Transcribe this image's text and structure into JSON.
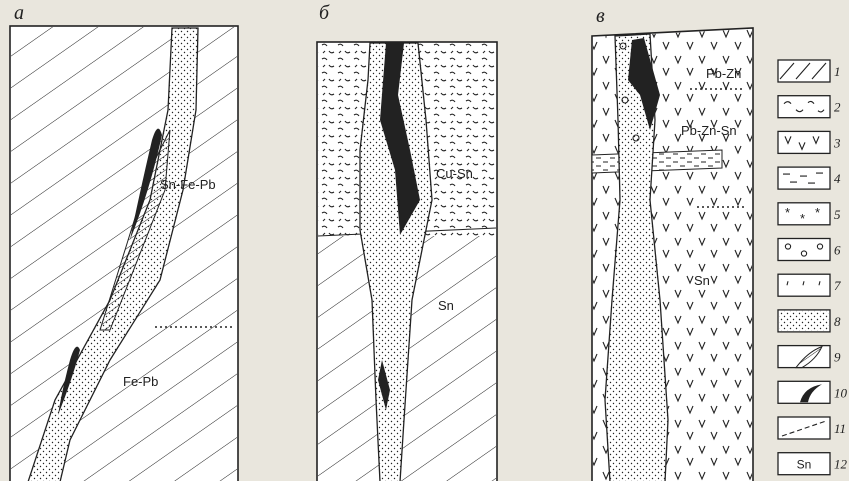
{
  "panels": [
    {
      "letter": "а",
      "labels": [
        "Sn-Fe-Pb",
        "Fe-Pb"
      ]
    },
    {
      "letter": "б",
      "labels": [
        "Cu-Sn",
        "Sn"
      ]
    },
    {
      "letter": "в",
      "labels": [
        "Pb-Zn",
        "Pb-Zn-Sn",
        "Sn"
      ]
    }
  ],
  "legend": [
    {
      "num": "1",
      "pattern": "hatch"
    },
    {
      "num": "2",
      "pattern": "curly"
    },
    {
      "num": "3",
      "pattern": "v-marks"
    },
    {
      "num": "4",
      "pattern": "dashes"
    },
    {
      "num": "5",
      "pattern": "asterisks"
    },
    {
      "num": "6",
      "pattern": "circles"
    },
    {
      "num": "7",
      "pattern": "commas"
    },
    {
      "num": "8",
      "pattern": "dots"
    },
    {
      "num": "9",
      "pattern": "hatched-lens"
    },
    {
      "num": "10",
      "pattern": "black-lens"
    },
    {
      "num": "11",
      "pattern": "dashed-line"
    },
    {
      "num": "12",
      "pattern": "Sn-text",
      "text": "Sn"
    }
  ],
  "colors": {
    "ink": "#222222",
    "paper": "#ffffff",
    "background": "#e9e6dd"
  }
}
